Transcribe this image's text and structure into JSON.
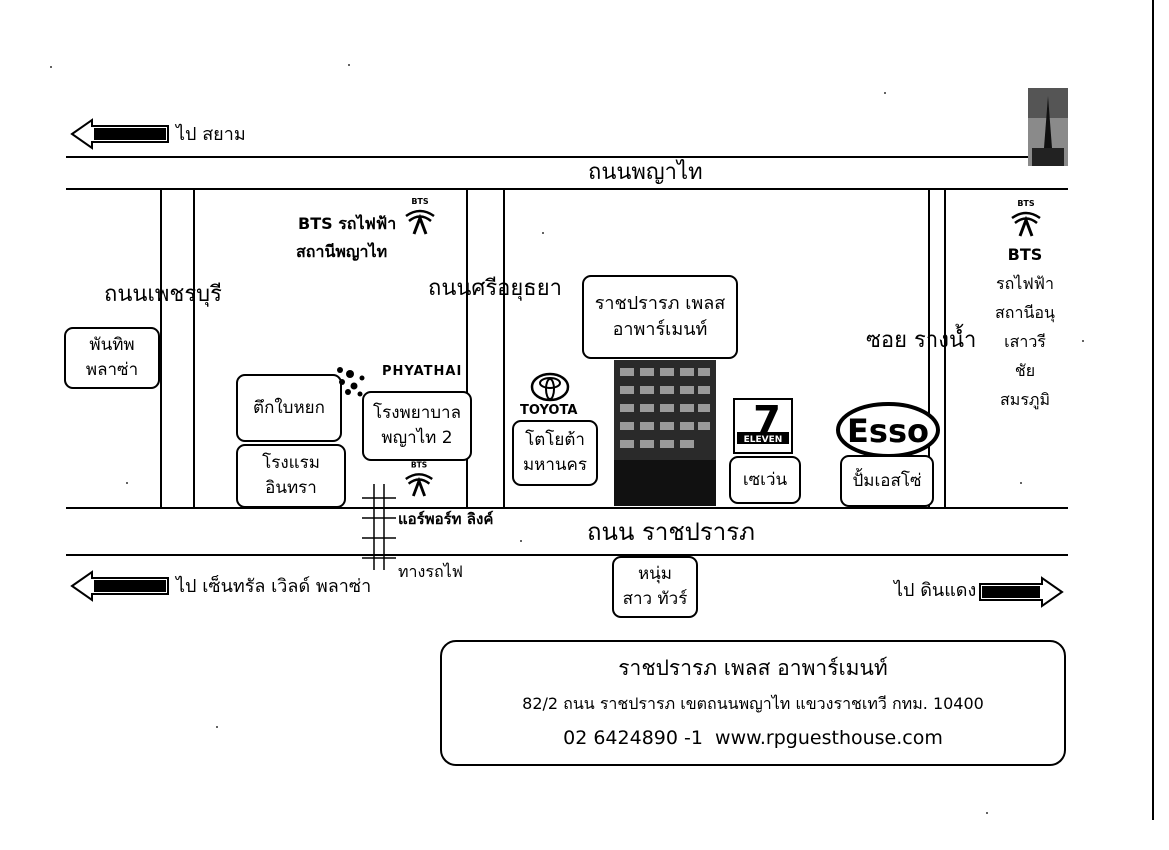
{
  "roads": {
    "phaya_thai": "ถนนพญาไท",
    "phetchaburi": "ถนนเพชรบุรี",
    "si_ayutthaya": "ถนนศรีอยุธยา",
    "soi_rang_nam": "ซอย รางน้ำ",
    "ratchaprarop": "ถนน ราชปรารภ"
  },
  "directions": {
    "to_siam": "ไป สยาม",
    "to_central_world": "ไป เซ็นทรัล เวิลด์ พลาซ่า",
    "to_din_daeng": "ไป ดินแดง"
  },
  "bts_phaya_thai": {
    "logo_text": "BTS",
    "line1": "BTS รถไฟฟ้า",
    "line2": "สถานีพญาไท"
  },
  "bts_victory": {
    "logo_text": "BTS",
    "lines": [
      "BTS",
      "รถไฟฟ้า",
      "สถานีอนุ",
      "เสาวรี",
      "ชัย",
      "สมรภูมิ"
    ]
  },
  "airport_link": {
    "logo_text": "BTS",
    "label": "แอร์พอร์ท ลิงค์"
  },
  "railway": "ทางรถไฟ",
  "places": {
    "pantip": [
      "พันทิพ",
      "พลาซ่า"
    ],
    "baiyoke": [
      "ตึกใบหยก"
    ],
    "indra": [
      "โรงแรม",
      "อินทรา"
    ],
    "phyathai_hospital": [
      "โรงพยาบาล",
      "พญาไท 2"
    ],
    "toyota": [
      "โตโยต้า",
      "มหานคร"
    ],
    "apartment": [
      "ราชปรารภ เพลส",
      "อาพาร์เมนท์"
    ],
    "seven": [
      "เซเว่น"
    ],
    "esso": [
      "ปั้มเอสโซ่"
    ],
    "num_sao": [
      "หนุ่ม",
      "สาว ทัวร์"
    ]
  },
  "logos": {
    "phyathai": "PHYATHAI",
    "toyota": "TOYOTA",
    "seven_digit": "7",
    "seven_word": "ELEVEN",
    "esso": "Esso"
  },
  "info": {
    "name": "ราชปรารภ เพลส อาพาร์เมนท์",
    "address": "82/2 ถนน ราชปรารภ เขตถนนพญาไท แขวงราชเทวี กทม. 10400",
    "contact": "02 6424890 -1  www.rpguesthouse.com"
  },
  "colors": {
    "ink": "#000000",
    "paper": "#ffffff",
    "esso_red": "#000000"
  }
}
